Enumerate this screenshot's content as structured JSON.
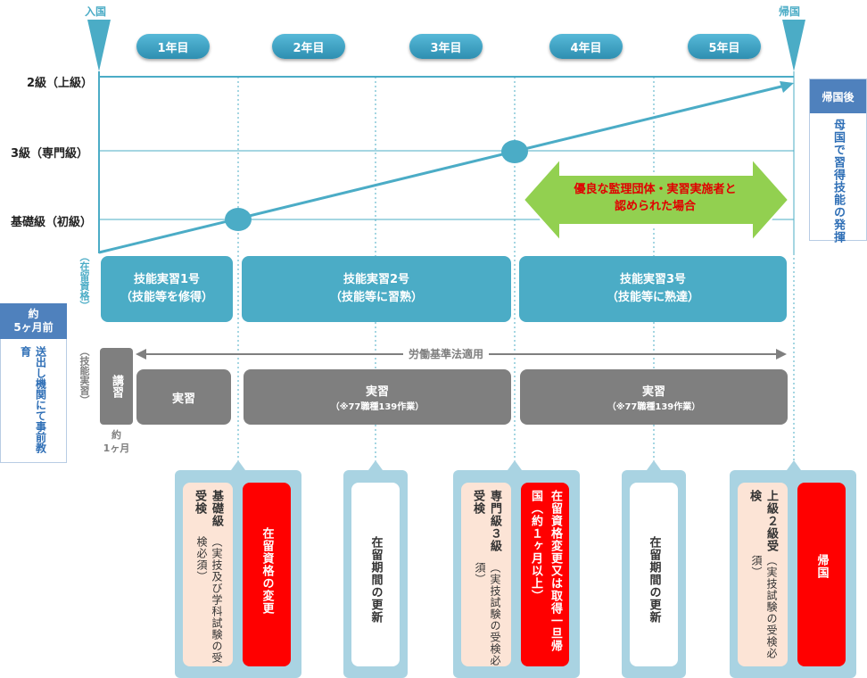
{
  "markers": {
    "entry": "入国",
    "return": "帰国"
  },
  "years": [
    "1年目",
    "2年目",
    "3年目",
    "4年目",
    "5年目"
  ],
  "levels": [
    "2級（上級）",
    "3級（専門級）",
    "基礎級（初級）"
  ],
  "highlight": {
    "line1": "優良な監理団体・実習実施者と",
    "line2": "認められた場合"
  },
  "after_return": {
    "header": "帰国後",
    "body": "母国で習得技能の発揮"
  },
  "status_label": "（在留資格）",
  "stages": [
    {
      "name": "技能実習1号",
      "sub": "（技能等を修得）"
    },
    {
      "name": "技能実習2号",
      "sub": "（技能等に習熟）"
    },
    {
      "name": "技能実習3号",
      "sub": "（技能等に熟達）"
    }
  ],
  "pre_entry": {
    "header": "約\n5ヶ月前",
    "body": "送出し機関にて事前教育"
  },
  "training_label": "（技能実習）",
  "labor_law": "労働基準法適用",
  "lecture": {
    "label": "講習",
    "duration": "約\n1ヶ月"
  },
  "practice": [
    {
      "label": "実習",
      "sub": ""
    },
    {
      "label": "実習",
      "sub": "（※77職種139作業）"
    },
    {
      "label": "実習",
      "sub": "（※77職種139作業）"
    }
  ],
  "cards": {
    "c1": {
      "exam": "基礎級受検",
      "exam_note": "（実技及び学科試験の受検必須）",
      "status_change": "在留資格の変更"
    },
    "c2": {
      "renew": "在留期間の更新"
    },
    "c3": {
      "exam": "専門級３級受検",
      "exam_note": "（実技試験の受検必須）",
      "status_change": "在留資格変更又は取得一旦帰国（約１ヶ月以上）"
    },
    "c4": {
      "renew": "在留期間の更新"
    },
    "c5": {
      "exam": "上級２級受検",
      "exam_note": "（実技試験の受検必須）",
      "return": "帰国"
    }
  },
  "colors": {
    "teal": "#4bacc6",
    "dark_teal": "#2e8fb1",
    "gray": "#7f7f7f",
    "red": "#ff0000",
    "blue_box": "#4f81bd",
    "green": "#92d050"
  }
}
